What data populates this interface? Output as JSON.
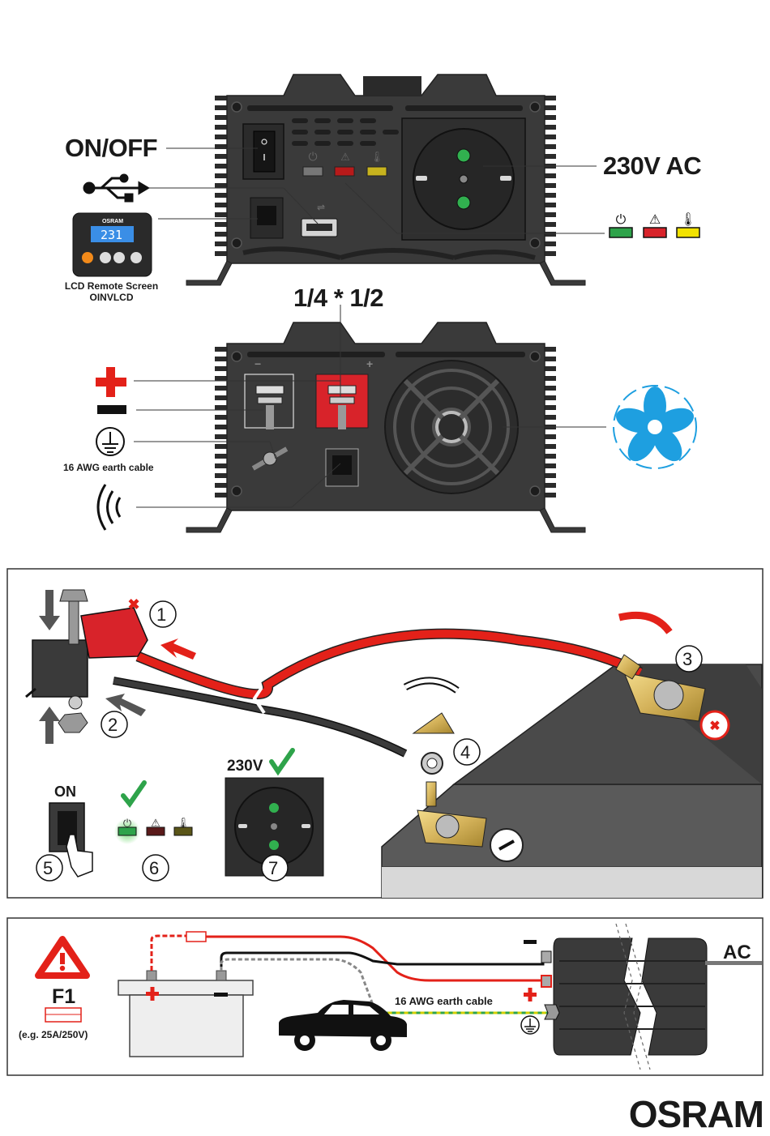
{
  "brand": "OSRAM",
  "front_panel": {
    "on_off_label": "ON/OFF",
    "socket_label": "230V AC",
    "remote_label_line1": "LCD Remote Screen",
    "remote_label_line2": "OINVLCD",
    "remote_brand": "OSRAM",
    "remote_display": "231",
    "indicator_icons": [
      "power-icon",
      "warning-icon",
      "temperature-icon"
    ],
    "indicator_colors": [
      "#2ea34a",
      "#d8232a",
      "#f2e200"
    ]
  },
  "rear_panel": {
    "bolt_size_label": "1/4 * 1/2",
    "earth_cable_label": "16 AWG earth cable",
    "plus_color": "#e32119",
    "fan_color": "#1e9fe0"
  },
  "install": {
    "step_numbers": [
      "1",
      "2",
      "3",
      "4",
      "5",
      "6",
      "7"
    ],
    "on_label": "ON",
    "socket_voltage": "230V"
  },
  "wiring": {
    "fuse_name": "F1",
    "fuse_rating": "(e.g. 25A/250V)",
    "earth_cable_label": "16 AWG earth cable",
    "ac_label": "AC"
  }
}
